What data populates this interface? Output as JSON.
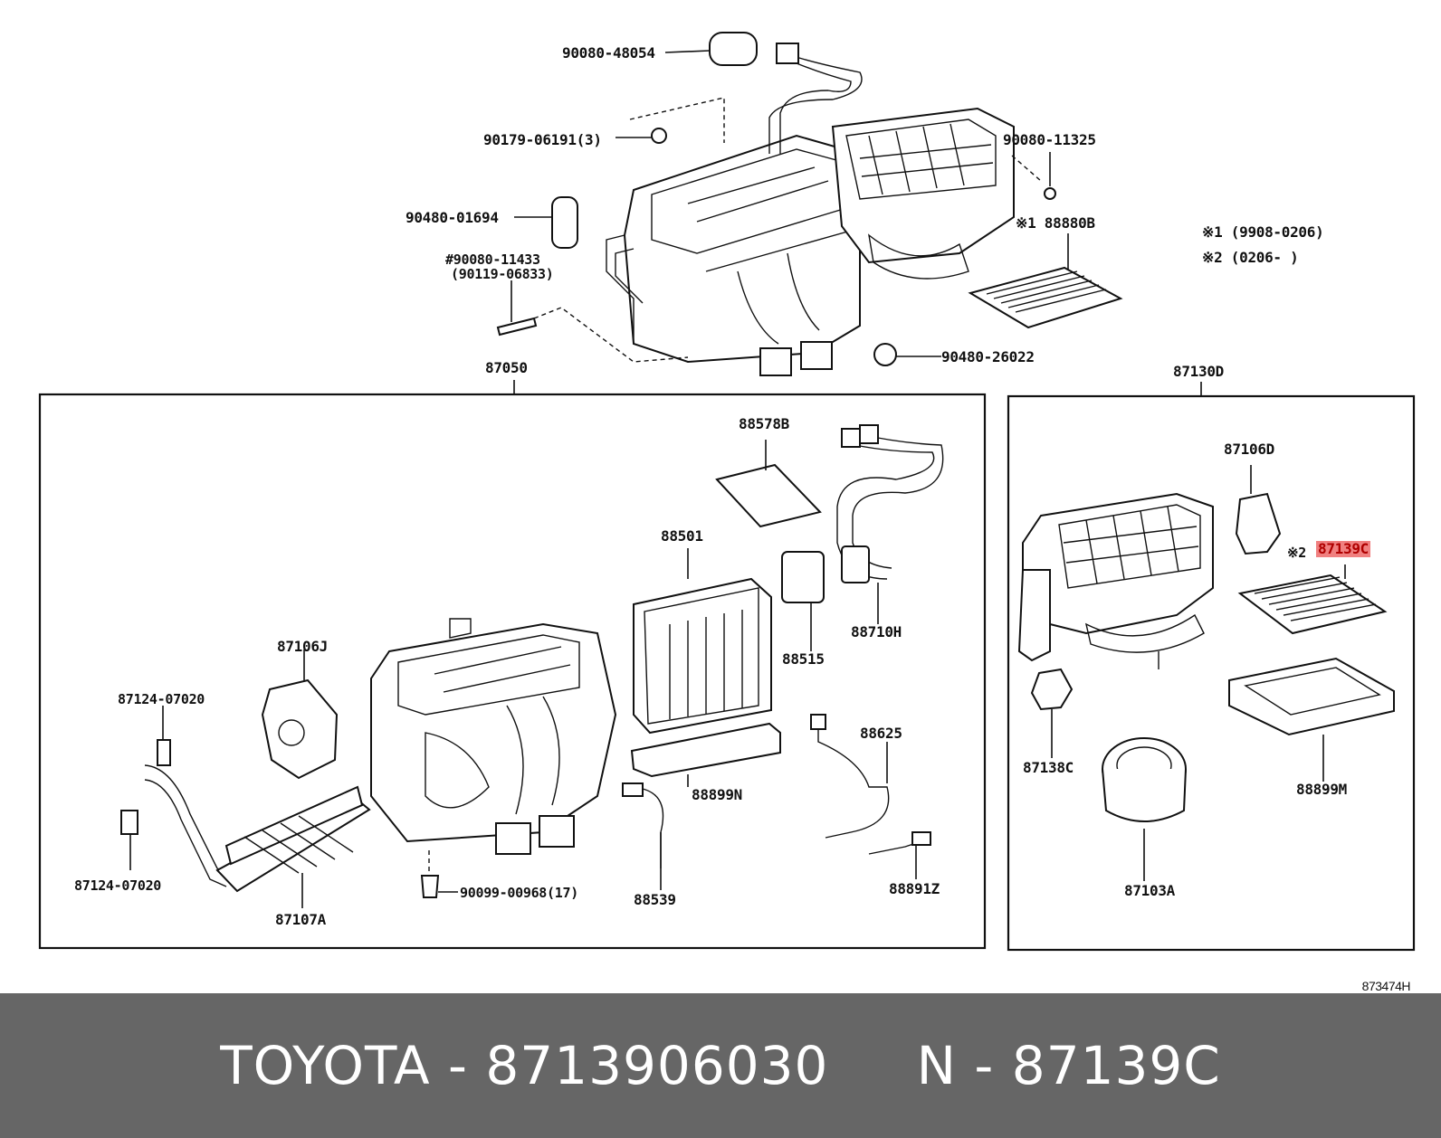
{
  "labels": {
    "p_90080_48054": "90080-48054",
    "p_90179_06191": "90179-06191(3)",
    "p_90080_11325": "90080-11325",
    "p_90480_01694": "90480-01694",
    "p_90080_11433": "#90080-11433",
    "p_90119_06833": "(90119-06833)",
    "p_88880B": "※1 88880B",
    "note1": "※1  (9908-0206)",
    "note2": "※2  (0206-      )",
    "p_90480_26022": "90480-26022",
    "p_87050": "87050",
    "p_87130D": "87130D",
    "p_88578B": "88578B",
    "p_88501": "88501",
    "p_88515": "88515",
    "p_88710H": "88710H",
    "p_87106J": "87106J",
    "p_87124_07020_a": "87124-07020",
    "p_87124_07020_b": "87124-07020",
    "p_87107A": "87107A",
    "p_90099_00968": "90099-00968(17)",
    "p_88899N": "88899N",
    "p_88539": "88539",
    "p_88625": "88625",
    "p_88891Z": "88891Z",
    "p_87106D": "87106D",
    "p_87139C_prefix": "※2",
    "p_87139C": "87139C",
    "p_87138C": "87138C",
    "p_88899M": "88899M",
    "p_87103A": "87103A"
  },
  "diagram_ref": "873474H",
  "footer": {
    "text": "TOYOTA - 8713906030     N - 87139C"
  },
  "colors": {
    "highlight": "#f08080",
    "footer_bg": "#666666",
    "footer_text": "#ffffff"
  }
}
